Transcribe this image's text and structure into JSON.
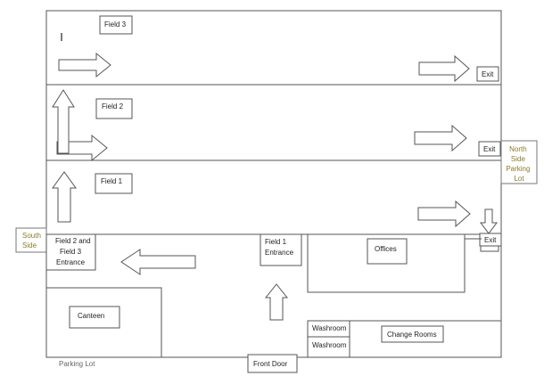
{
  "labels": {
    "field3": "Field 3",
    "field2": "Field 2",
    "field1": "Field 1",
    "exit": "Exit",
    "north_side_parking_lot": [
      "North",
      "Side",
      "Parking",
      "Lot"
    ],
    "south_side": [
      "South",
      "Side"
    ],
    "field23_entrance": [
      "Field 2 and",
      "Field 3",
      "Entrance"
    ],
    "field1_entrance": [
      "Field 1",
      "Entrance"
    ],
    "offices": "Offices",
    "canteen": "Canteen",
    "washroom": "Washroom",
    "change_rooms": "Change Rooms",
    "front_door": "Front Door",
    "parking_lot": "Parking Lot"
  },
  "colors": {
    "line": "#555555",
    "outside_label": "#8a7a2e",
    "parking_label": "#666666"
  }
}
